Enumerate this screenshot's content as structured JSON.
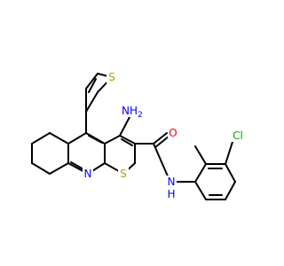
{
  "molecule": {
    "atoms": {
      "sulfur_thiophene": "S",
      "sulfur_thienopyridine": "S",
      "amino": "NH",
      "amino_h2": "2",
      "carbonyl_oxygen": "O",
      "ring_nitrogen": "N",
      "amide_n": "N",
      "amide_h": "H",
      "chlorine": "Cl"
    },
    "colors": {
      "bond": "#000000",
      "sulfur": "#b8a000",
      "nitrogen": "#0000ff",
      "oxygen": "#ff0000",
      "chlorine": "#00aa00"
    }
  }
}
